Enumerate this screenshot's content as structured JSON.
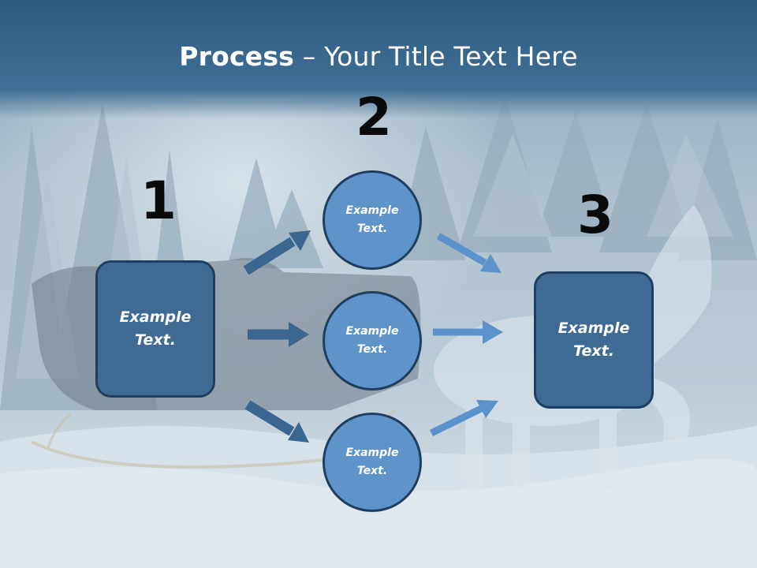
{
  "title": {
    "bold": "Process",
    "rest": " – Your Title Text Here"
  },
  "steps": {
    "one": {
      "number": "1",
      "text": "Example Text."
    },
    "two": {
      "number": "2"
    },
    "three": {
      "number": "3",
      "text": "Example Text."
    }
  },
  "circles": [
    {
      "text": "Example Text."
    },
    {
      "text": "Example Text."
    },
    {
      "text": "Example Text."
    }
  ],
  "colors": {
    "title_bar": "#3b6a92",
    "box_fill": "#3e6a93",
    "circle_fill": "#5f94cb",
    "outline": "#1f3f60",
    "arrow_dark": "#3a6690",
    "arrow_light": "#5b92cc"
  }
}
